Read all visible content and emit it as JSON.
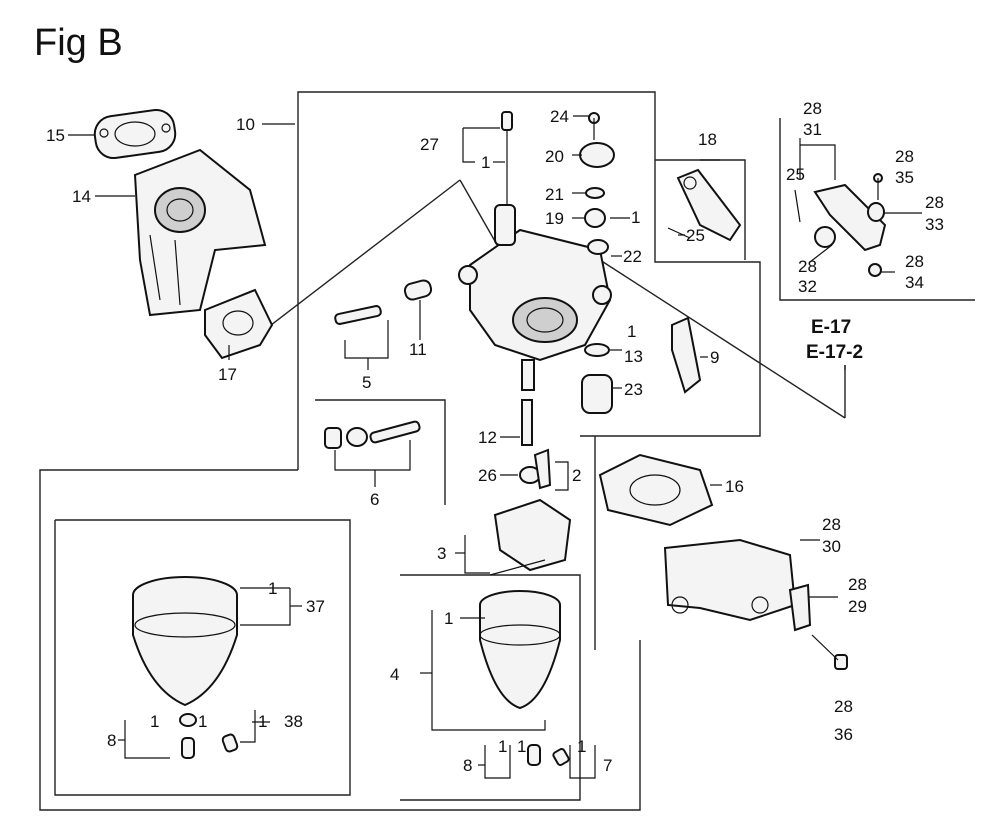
{
  "title": "Fig B",
  "callouts": {
    "c1a": "1",
    "c1b": "1",
    "c1c": "1",
    "c1d": "1",
    "c1e": "1",
    "c1f": "1",
    "c1g": "1",
    "c1h": "1",
    "c1i": "1",
    "c1j": "1",
    "c1k": "1",
    "c2": "2",
    "c3": "3",
    "c4": "4",
    "c5": "5",
    "c6": "6",
    "c7": "7",
    "c8a": "8",
    "c8b": "8",
    "c9": "9",
    "c10": "10",
    "c11": "11",
    "c12": "12",
    "c13": "13",
    "c14": "14",
    "c15": "15",
    "c16": "16",
    "c17": "17",
    "c18": "18",
    "c19": "19",
    "c20": "20",
    "c21": "21",
    "c22": "22",
    "c23": "23",
    "c24": "24",
    "c25a": "25",
    "c25b": "25",
    "c26": "26",
    "c27": "27",
    "c28a": "28",
    "c31": "31",
    "c28b": "28",
    "c35": "35",
    "c28c": "28",
    "c33": "33",
    "c28d": "28",
    "c32": "32",
    "c28e": "28",
    "c34": "34",
    "c28f": "28",
    "c30": "30",
    "c28g": "28",
    "c29": "29",
    "c28h": "28",
    "c36": "36",
    "c37": "37",
    "c38": "38"
  },
  "refs": {
    "e17": "E-17",
    "e172": "E-17-2"
  }
}
